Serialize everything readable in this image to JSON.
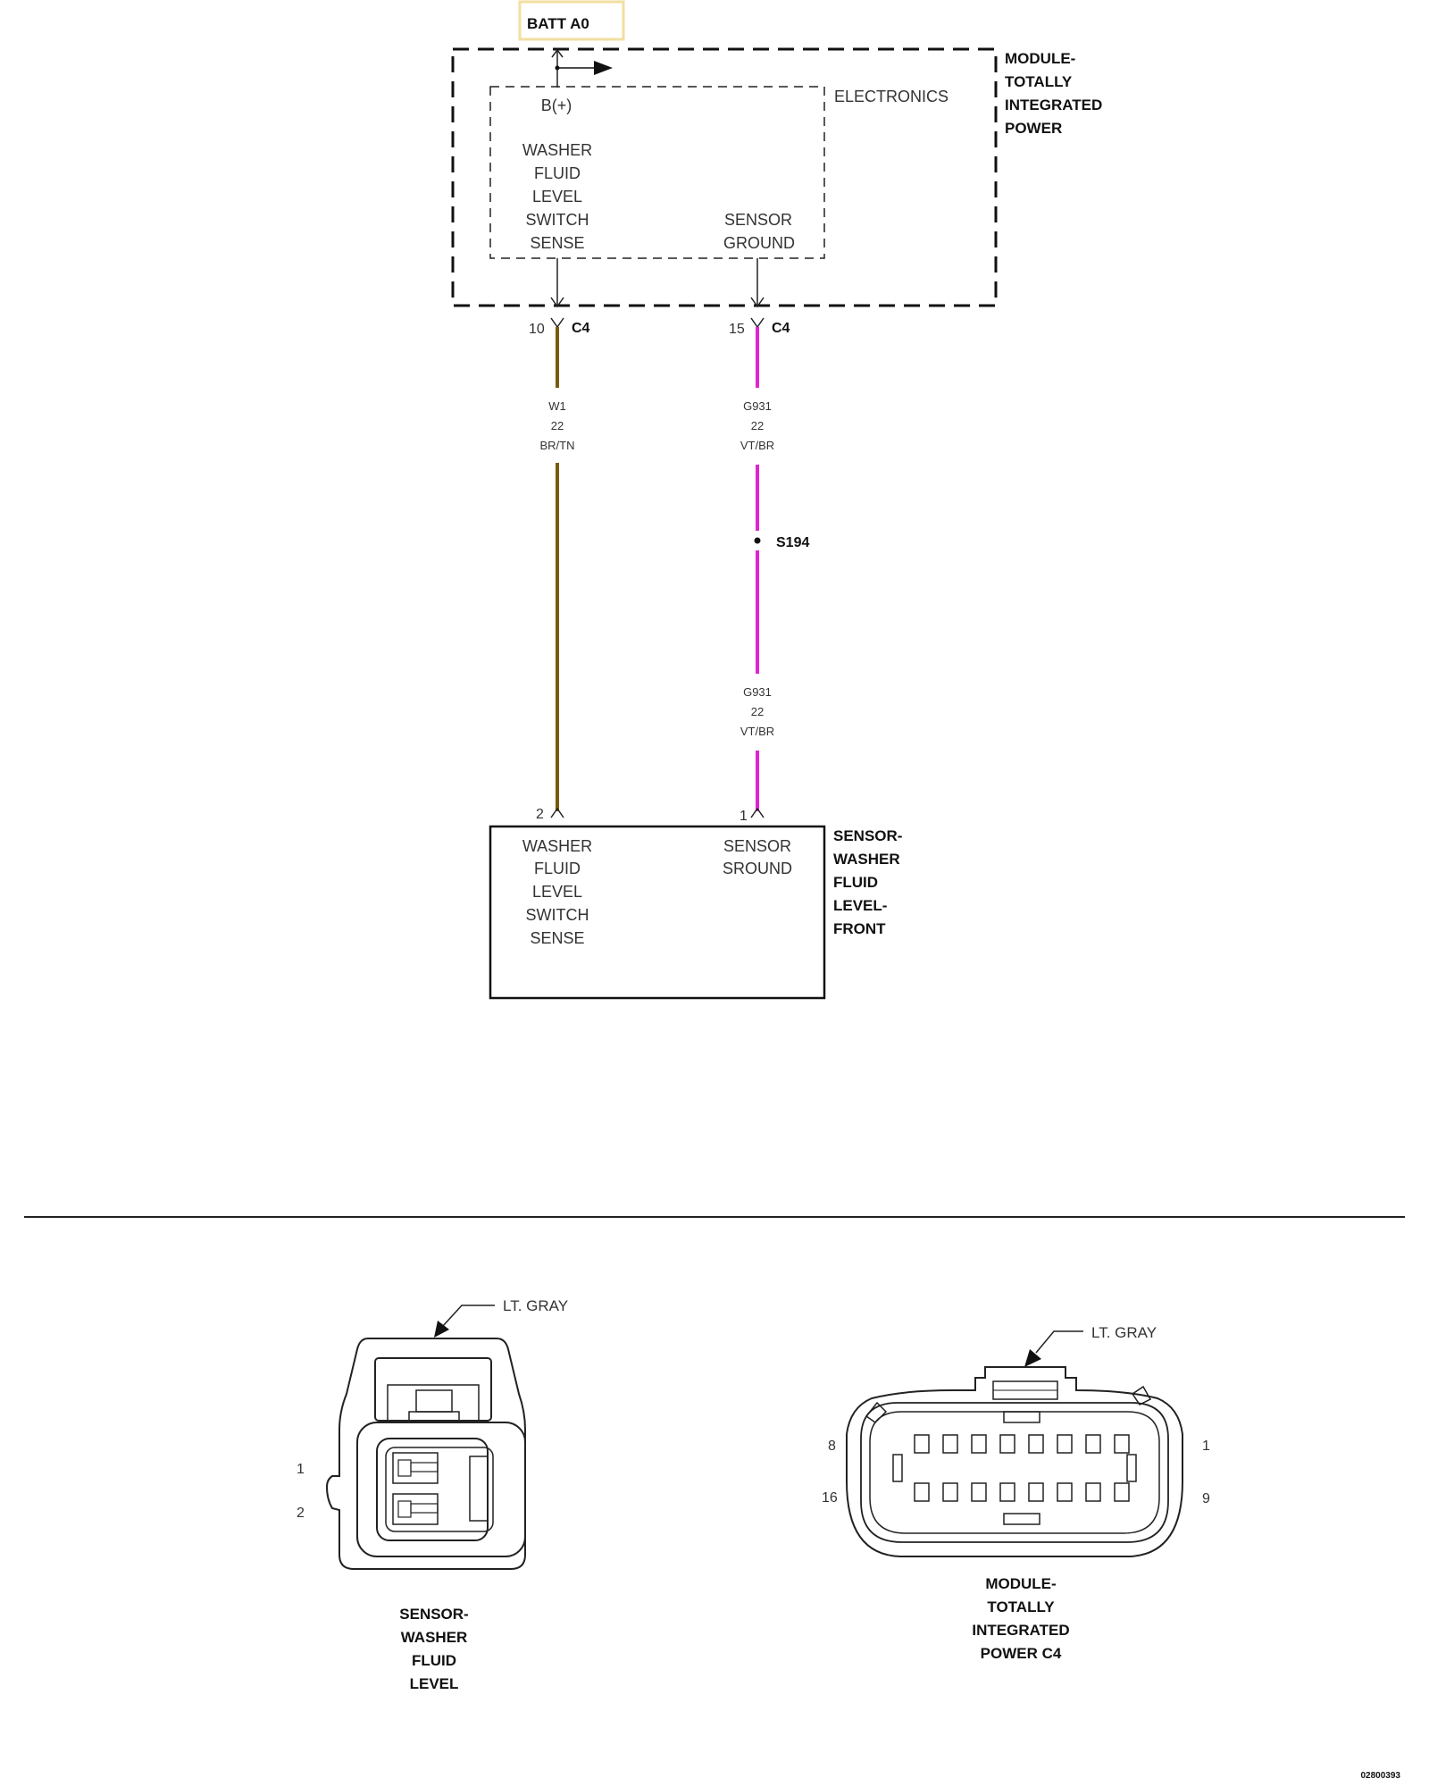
{
  "batt": "BATT A0",
  "module": {
    "label": [
      "MODULE-",
      "TOTALLY",
      "INTEGRATED",
      "POWER"
    ],
    "electronics": "ELECTRONICS",
    "bplus": "B(+)",
    "left_function": [
      "WASHER",
      "FLUID",
      "LEVEL",
      "SWITCH",
      "SENSE"
    ],
    "right_function": [
      "SENSOR",
      "GROUND"
    ]
  },
  "module_pins": {
    "left": {
      "pin": "10",
      "connector": "C4"
    },
    "right": {
      "pin": "15",
      "connector": "C4"
    }
  },
  "wires": {
    "w1": {
      "id": "W1",
      "gauge": "22",
      "color": "BR/TN",
      "hex": "#7a5a10"
    },
    "g931_top": {
      "id": "G931",
      "gauge": "22",
      "color": "VT/BR",
      "hex": "#e024d0"
    },
    "g931_bottom": {
      "id": "G931",
      "gauge": "22",
      "color": "VT/BR",
      "hex": "#e024d0"
    }
  },
  "splice": "S194",
  "sensor_pins": {
    "left": "2",
    "right": "1"
  },
  "sensor": {
    "label": [
      "SENSOR-",
      "WASHER",
      "FLUID",
      "LEVEL-",
      "FRONT"
    ],
    "left_function": [
      "WASHER",
      "FLUID",
      "LEVEL",
      "SWITCH",
      "SENSE"
    ],
    "right_function": [
      "SENSOR",
      "SROUND"
    ]
  },
  "connector_views": {
    "sensor": {
      "color_callout": "LT. GRAY",
      "pin_labels": [
        "1",
        "2"
      ],
      "caption": [
        "SENSOR-",
        "WASHER",
        "FLUID",
        "LEVEL"
      ]
    },
    "module": {
      "color_callout": "LT. GRAY",
      "pin_labels": {
        "top_left": "8",
        "top_right": "1",
        "bottom_left": "16",
        "bottom_right": "9"
      },
      "caption": [
        "MODULE-",
        "TOTALLY",
        "INTEGRATED",
        "POWER C4"
      ]
    }
  },
  "drawing_id": "02800393",
  "colors": {
    "batt_box": "#f2dfa0"
  }
}
